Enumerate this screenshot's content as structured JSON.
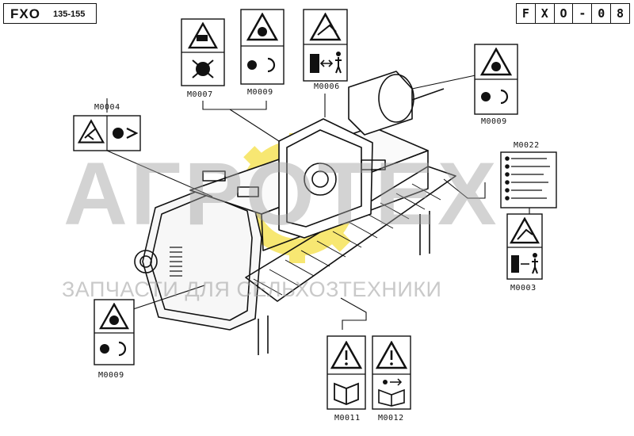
{
  "header": {
    "model_code": "FXO",
    "model_range": "135-155",
    "reference_cells": [
      "F",
      "X",
      "O",
      "-",
      "0",
      "8"
    ]
  },
  "labels": {
    "m0004": "M0004",
    "m0007": "M0007",
    "m0009_top": "M0009",
    "m0006": "M0006",
    "m0009_right": "M0009",
    "m0022": "M0022",
    "m0003": "M0003",
    "m0009_left": "M0009",
    "m0011": "M0011",
    "m0012": "M0012"
  },
  "watermark": {
    "title": "АГРОТЕХ",
    "subtitle": "ЗАПЧАСТИ ДЛЯ СЕЛЬХОЗТЕХНИКИ"
  },
  "colors": {
    "line": "#111111",
    "watermark_gray": "#9e9e9e",
    "watermark_logo": "#f2d400"
  }
}
